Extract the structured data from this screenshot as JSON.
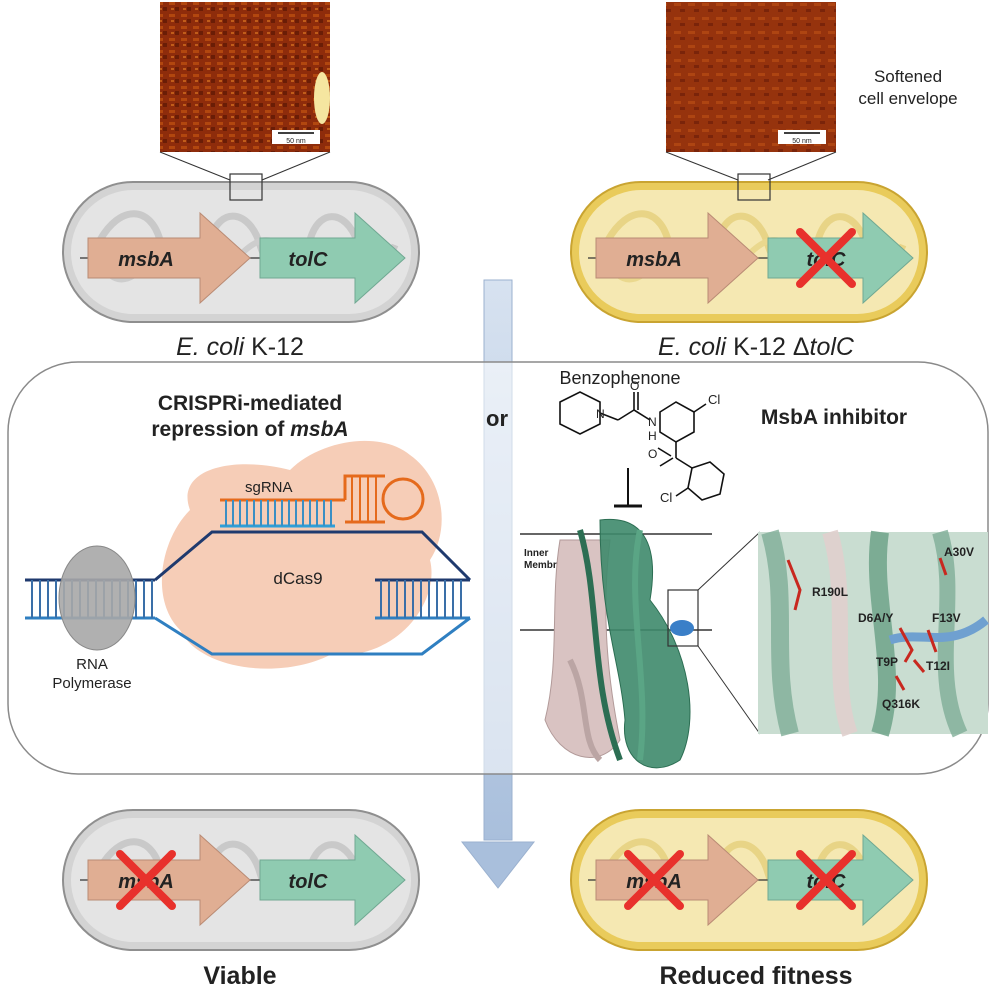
{
  "cells": {
    "top_left": {
      "species": "E. coli",
      "strain": "K-12",
      "gene1": "msbA",
      "gene2": "tolC"
    },
    "top_right": {
      "species": "E. coli",
      "strain": "K-12 Δ",
      "deletion": "tolC",
      "gene1": "msbA",
      "gene2": "tolC",
      "annotation_line1": "Softened",
      "annotation_line2": "cell envelope"
    },
    "bottom_left": {
      "gene1": "msbA",
      "gene2": "tolC",
      "outcome": "Viable"
    },
    "bottom_right": {
      "gene1": "msbA",
      "gene2": "tolC",
      "outcome": "Reduced fitness"
    }
  },
  "afm": {
    "scale_left": "50 nm",
    "scale_right": "50 nm"
  },
  "middle": {
    "or_label": "or",
    "crispri": {
      "title_line1": "CRISPRi-mediated",
      "title_line2_prefix": "repression of ",
      "title_line2_gene": "msbA",
      "sgrna": "sgRNA",
      "dcas9": "dCas9",
      "polymerase_line1": "RNA",
      "polymerase_line2": "Polymerase"
    },
    "inhibitor": {
      "compound": "Benzophenone",
      "title": "MsbA inhibitor",
      "membrane_line1": "Inner",
      "membrane_line2": "Membrane",
      "cl_top": "Cl",
      "cl_bottom": "Cl",
      "n_ring": "N",
      "nh": "N",
      "h": "H",
      "o": "O",
      "o2": "O",
      "mutations": {
        "r190l": "R190L",
        "a30v": "A30V",
        "d6ay": "D6A/Y",
        "f13v": "F13V",
        "t9p": "T9P",
        "t12i": "T12I",
        "q316k": "Q316K"
      }
    }
  },
  "colors": {
    "cell_gray": "#dcdcdc",
    "cell_yellow": "#f4e4a6",
    "msbA_arrow": "#e0ae93",
    "tolC_arrow": "#8fcbb1",
    "knockout": "#e8312c",
    "dcas9_blob": "#f6cdb7",
    "protein_green": "#3e8a6b",
    "protein_pink": "#d9c3c2"
  }
}
